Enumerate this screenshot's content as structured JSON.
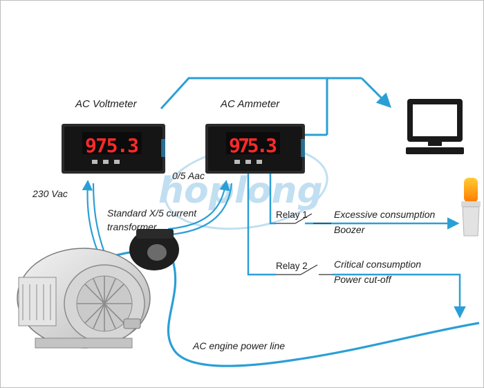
{
  "labels": {
    "voltmeter": "AC Voltmeter",
    "ammeter": "AC Ammeter",
    "voltage_in": "230 Vac",
    "current_in": "0/5 Aac",
    "ct_line1": "Standard X/5 current",
    "ct_line2": "transformer",
    "relay1": "Relay 1",
    "relay1_desc1": "Excessive consumption",
    "relay1_desc2": "Boozer",
    "relay2": "Relay 2",
    "relay2_desc1": "Critical consumption",
    "relay2_desc2": "Power cut-off",
    "power_line": "AC engine power line"
  },
  "displays": {
    "voltmeter_value": "975.3",
    "ammeter_value": "975.3"
  },
  "watermark": "hoplong",
  "icons": [
    "motor-icon",
    "computer-icon",
    "beacon-icon",
    "current-transformer-icon",
    "panel-meter-icon"
  ],
  "colors": {
    "wire": "#2a9fd6",
    "digits": "#ff2a2a",
    "meter_body": "#1a1a1a",
    "watermark": "#8fc6e6"
  }
}
